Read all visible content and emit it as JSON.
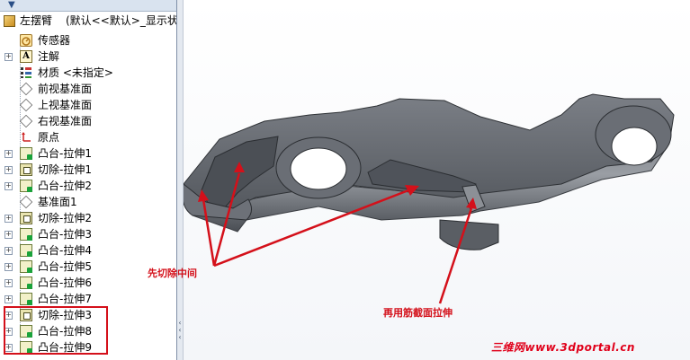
{
  "tree": {
    "root": {
      "name": "左摆臂",
      "config": "(默认<<默认>_显示状态"
    },
    "items": [
      {
        "label": "传感器",
        "icon": "sensor-icon",
        "expandable": false
      },
      {
        "label": "注解",
        "icon": "annotation-icon",
        "expandable": true
      },
      {
        "label": "材质 <未指定>",
        "icon": "material-icon",
        "expandable": false
      },
      {
        "label": "前视基准面",
        "icon": "plane-icon",
        "expandable": false
      },
      {
        "label": "上视基准面",
        "icon": "plane-icon",
        "expandable": false
      },
      {
        "label": "右视基准面",
        "icon": "plane-icon",
        "expandable": false
      },
      {
        "label": "原点",
        "icon": "origin-icon",
        "expandable": false
      },
      {
        "label": "凸台-拉伸1",
        "icon": "boss-extrude-icon",
        "expandable": true
      },
      {
        "label": "切除-拉伸1",
        "icon": "cut-extrude-icon",
        "expandable": true
      },
      {
        "label": "凸台-拉伸2",
        "icon": "boss-extrude-icon",
        "expandable": true
      },
      {
        "label": "基准面1",
        "icon": "plane-icon",
        "expandable": false
      },
      {
        "label": "切除-拉伸2",
        "icon": "cut-extrude-icon",
        "expandable": true
      },
      {
        "label": "凸台-拉伸3",
        "icon": "boss-extrude-icon",
        "expandable": true
      },
      {
        "label": "凸台-拉伸4",
        "icon": "boss-extrude-icon",
        "expandable": true
      },
      {
        "label": "凸台-拉伸5",
        "icon": "boss-extrude-icon",
        "expandable": true
      },
      {
        "label": "凸台-拉伸6",
        "icon": "boss-extrude-icon",
        "expandable": true
      },
      {
        "label": "凸台-拉伸7",
        "icon": "boss-extrude-icon",
        "expandable": true
      },
      {
        "label": "切除-拉伸3",
        "icon": "cut-extrude-icon",
        "expandable": true
      },
      {
        "label": "凸台-拉伸8",
        "icon": "boss-extrude-icon",
        "expandable": true
      },
      {
        "label": "凸台-拉伸9",
        "icon": "boss-extrude-icon",
        "expandable": true
      }
    ]
  },
  "annotations": {
    "cut_middle": "先切除中间",
    "rib_extrude": "再用筋截面拉伸"
  },
  "watermark": "三维网www.3dportal.cn",
  "colors": {
    "highlight": "#d4101a",
    "annotation": "#d4101a",
    "model": "#5b5f66"
  }
}
